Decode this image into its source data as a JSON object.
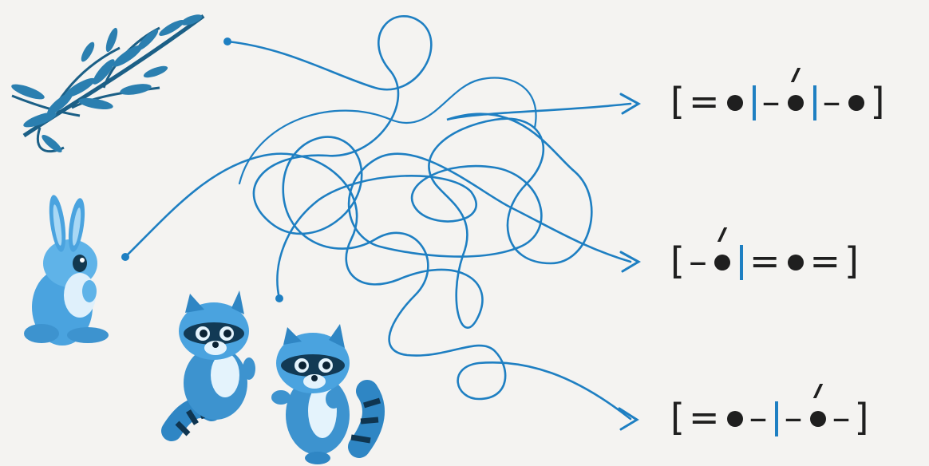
{
  "schemes": [
    {
      "tokens": [
        "[",
        "=",
        "dot",
        "bar",
        "–",
        "dot-accent",
        "bar",
        "–",
        "dot",
        "]"
      ]
    },
    {
      "tokens": [
        "[",
        "–",
        "dot-accent",
        "bar",
        "=",
        "dot",
        "=",
        "]"
      ]
    },
    {
      "tokens": [
        "[",
        "=",
        "dot",
        "–",
        "bar",
        "–",
        "dot-accent",
        "–",
        "]"
      ]
    }
  ],
  "colors": {
    "line": "#1e7fc2",
    "bar": "#1e7fc2",
    "ink": "#1f1f1f",
    "paper": "#f4f3f1"
  },
  "icons": [
    "sagebrush-icon",
    "hare-icon",
    "raccoons-icon",
    "arrow-icon"
  ]
}
